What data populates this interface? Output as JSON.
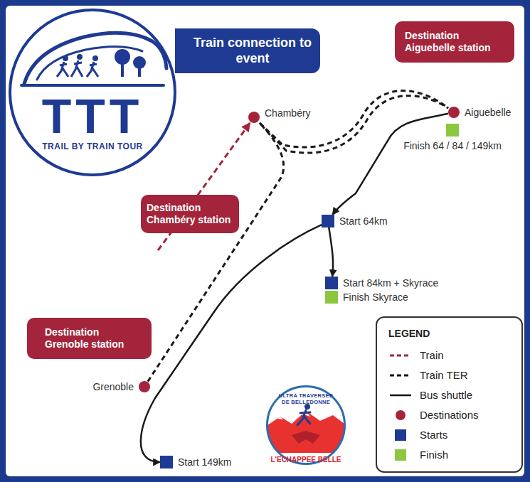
{
  "diagram": {
    "nodes": [
      {
        "text": [
          "TTT",
          "TRAIL BY TRAIN TOUR"
        ]
      },
      {
        "text": [
          "Train connection to event"
        ]
      },
      {
        "text": [
          "Destination Aiguebelle station"
        ]
      },
      {
        "text": [
          "Chambéry"
        ]
      },
      {
        "text": [
          "Aiguebelle"
        ]
      },
      {
        "text": [
          "Finish 64 / 84 / 149km"
        ]
      },
      {
        "text": [
          "Destination Chambéry station"
        ]
      },
      {
        "text": [
          "Start 64km"
        ]
      },
      {
        "text": [
          "Start 84km + Skyrace"
        ]
      },
      {
        "text": [
          "Finish Skyrace"
        ]
      },
      {
        "text": [
          "Destination Grenoble station"
        ]
      },
      {
        "text": [
          "LEGEND"
        ]
      },
      {
        "text": [
          "Grenoble"
        ]
      },
      {
        "text": [
          "ULTRA TRAVERSEE DE BELLEDONNE",
          "L'ECHAPPEE BELLE"
        ]
      },
      {
        "text": [
          "Start 149km"
        ]
      }
    ],
    "edges": [
      {
        "from": 6,
        "to": 3,
        "arrow": "to"
      },
      {
        "from": 12,
        "to": 3,
        "arrow": "none"
      },
      {
        "from": 3,
        "to": 4,
        "arrow": "none"
      },
      {
        "from": 4,
        "to": 7,
        "arrow": "to"
      },
      {
        "from": 7,
        "to": 8,
        "arrow": "to"
      },
      {
        "from": 7,
        "to": 14,
        "arrow": "to"
      }
    ],
    "legend": [
      {
        "text": "Train"
      },
      {
        "text": "Train TER"
      },
      {
        "text": "Bus shuttle"
      },
      {
        "text": "Destinations",
        "color": "#a3243b"
      },
      {
        "text": "Starts",
        "color": "#1f3a93"
      },
      {
        "text": "Finish",
        "color": "#8dc63f"
      }
    ]
  }
}
